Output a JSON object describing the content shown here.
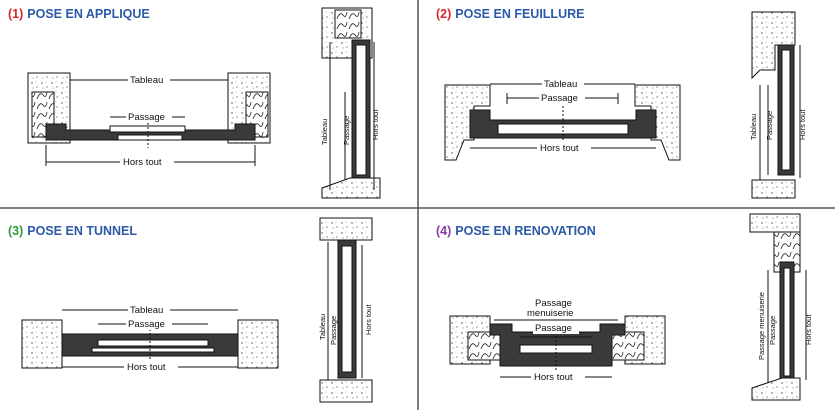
{
  "panels": [
    {
      "number": "(1)",
      "title": "POSE EN APPLIQUE",
      "number_color": "#d8282f"
    },
    {
      "number": "(2)",
      "title": "POSE EN FEUILLURE",
      "number_color": "#d8282f"
    },
    {
      "number": "(3)",
      "title": "POSE EN TUNNEL",
      "number_color": "#2e9a3c"
    },
    {
      "number": "(4)",
      "title": "POSE EN RENOVATION",
      "number_color": "#8a3aa8"
    }
  ],
  "labels": {
    "tableau": "Tableau",
    "passage": "Passage",
    "hors_tout": "Hors tout",
    "passage_menuiserie_1": "Passage",
    "passage_menuiserie_2": "menuiserie",
    "passage_menuiserie_v": "Passage menuiserie"
  },
  "colors": {
    "title_blue": "#2c5aa8",
    "line": "#111111",
    "divider": "#555555",
    "profile_fill": "#3a3a3a"
  }
}
